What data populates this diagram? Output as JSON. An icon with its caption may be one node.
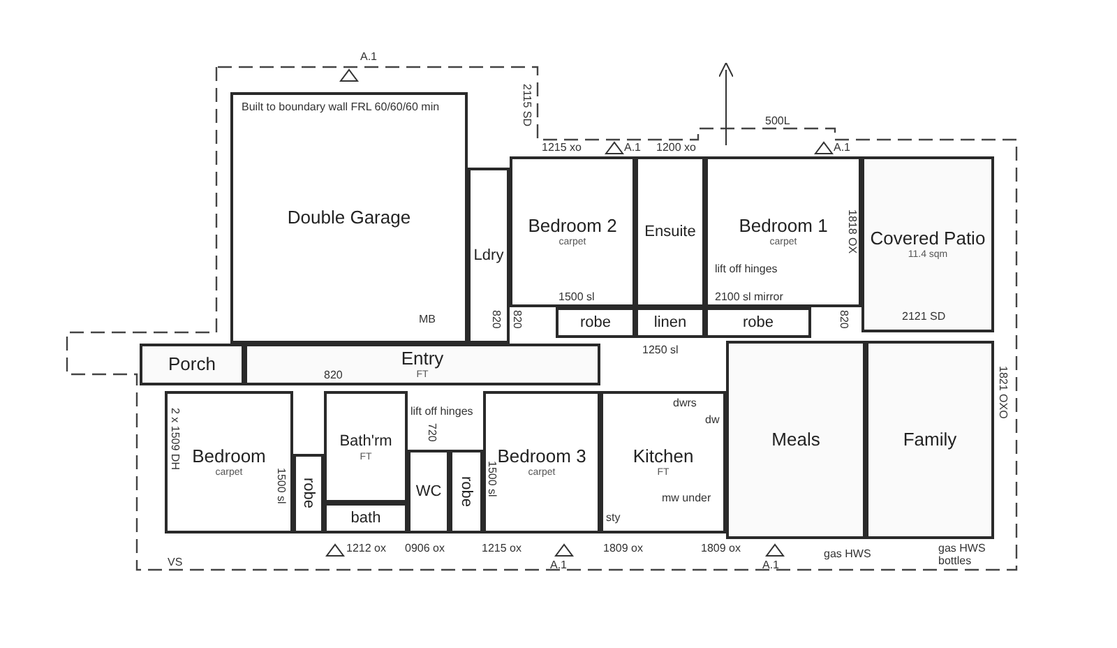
{
  "diagram": {
    "nodes": [
      {
        "text": [
          "Built to boundary wall FRL 60/60/60 min",
          "Double Garage"
        ]
      },
      {
        "text": [
          "Ldry"
        ]
      },
      {
        "text": [
          "Bedroom 2",
          "carpet"
        ]
      },
      {
        "text": [
          "Ensuite"
        ]
      },
      {
        "text": [
          "Bedroom 1",
          "carpet"
        ]
      },
      {
        "text": [
          "Covered Patio",
          "11.4 sqm"
        ]
      },
      {
        "text": [
          "robe"
        ]
      },
      {
        "text": [
          "linen"
        ]
      },
      {
        "text": [
          "robe"
        ]
      },
      {
        "text": [
          "Porch"
        ]
      },
      {
        "text": [
          "Entry",
          "FT"
        ]
      },
      {
        "text": [
          "Bedroom",
          "carpet"
        ]
      },
      {
        "text": [
          "robe"
        ]
      },
      {
        "text": [
          "Bath'rm",
          "FT"
        ]
      },
      {
        "text": [
          "bath"
        ]
      },
      {
        "text": [
          "WC"
        ]
      },
      {
        "text": [
          "robe"
        ]
      },
      {
        "text": [
          "Bedroom 3",
          "carpet"
        ]
      },
      {
        "text": [
          "Kitchen",
          "FT"
        ]
      },
      {
        "text": [
          "Meals"
        ]
      },
      {
        "text": [
          "Family"
        ]
      }
    ],
    "edges": [],
    "labels": [
      "A.1",
      "2115 SD",
      "1215 xo",
      "A.1",
      "1200 xo",
      "500L",
      "A.1",
      "1818 OX",
      "lift off hinges",
      "1500 sl",
      "2100 sl mirror",
      "2121 SD",
      "820",
      "820",
      "820",
      "1250 sl",
      "MB",
      "820",
      "2 x 1509 DH",
      "1500 sl",
      "lift off hinges",
      "720",
      "1500 sl",
      "dwrs",
      "dw",
      "mw under",
      "sty",
      "1821 OXO",
      "VS",
      "1212 ox",
      "0906 ox",
      "1215 ox",
      "A.1",
      "1809 ox",
      "1809 ox",
      "A.1",
      "gas HWS",
      "gas HWS bottles"
    ]
  }
}
